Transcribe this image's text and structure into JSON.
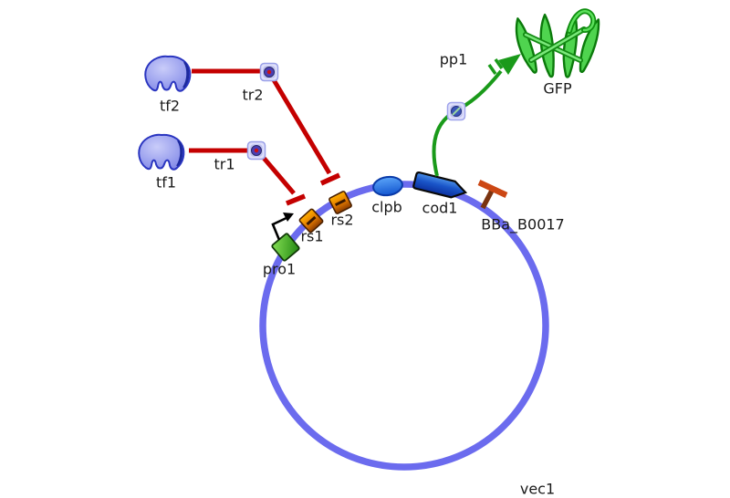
{
  "colors": {
    "plasmid_backbone": "#6b6bee",
    "repression_red": "#c40000",
    "production_green": "#1a9a1a",
    "protein_blue": "#9aa0ee",
    "protein_outline": "#2a35c0",
    "promoter_green": "#44bb22",
    "operator_orange": "#e07800",
    "cds_blue": "#10389f",
    "terminator_stem_brown": "#7a3310",
    "terminator_bar_orange": "#cc4714",
    "gfp_green": "#2ec82e",
    "node_lavender": "#dfe0fa",
    "label_text": "#1a1a1a"
  },
  "design": {
    "vector": {
      "id": "vec1",
      "label": "vec1",
      "type": "circular-plasmid"
    },
    "parts": [
      {
        "id": "pro1",
        "label": "pro1",
        "type": "promoter"
      },
      {
        "id": "rs1",
        "label": "rs1",
        "type": "operator-site"
      },
      {
        "id": "rs2",
        "label": "rs2",
        "type": "operator-site"
      },
      {
        "id": "clpb",
        "label": "clpb",
        "type": "feature"
      },
      {
        "id": "cod1",
        "label": "cod1",
        "type": "coding-sequence"
      },
      {
        "id": "BBa_B0017",
        "label": "BBa_B0017",
        "type": "terminator"
      }
    ],
    "molecules": [
      {
        "id": "tf1",
        "label": "tf1",
        "type": "protein"
      },
      {
        "id": "tf2",
        "label": "tf2",
        "type": "protein"
      },
      {
        "id": "GFP",
        "label": "GFP",
        "type": "protein"
      }
    ],
    "interactions": [
      {
        "id": "tr1",
        "label": "tr1",
        "type": "repression",
        "source": "tf1",
        "target": "rs1"
      },
      {
        "id": "tr2",
        "label": "tr2",
        "type": "repression",
        "source": "tf2",
        "target": "rs2"
      },
      {
        "id": "pp1",
        "label": "pp1",
        "type": "production",
        "source": "cod1",
        "target": "GFP"
      }
    ]
  }
}
